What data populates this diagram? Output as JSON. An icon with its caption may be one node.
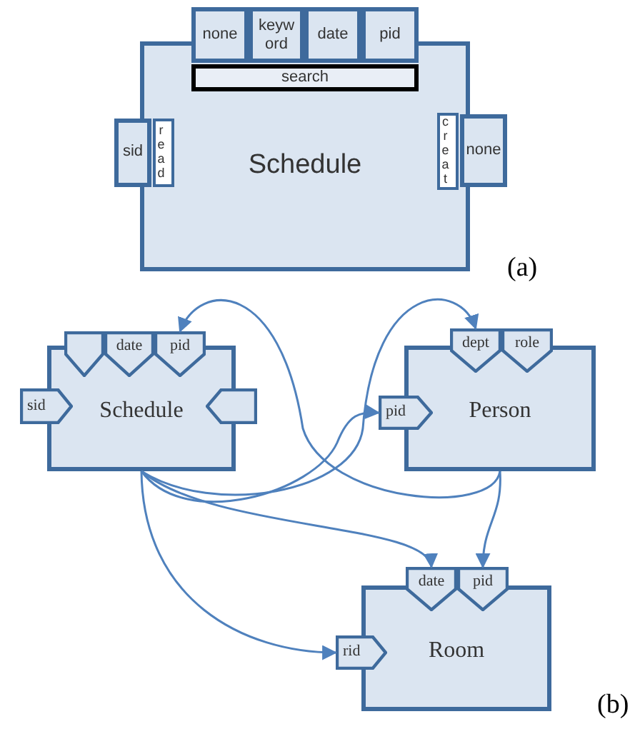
{
  "diagram": {
    "nodes": [
      {
        "text": [
          "Schedule"
        ]
      },
      {
        "text": [
          "none"
        ]
      },
      {
        "text": [
          "keyword"
        ]
      },
      {
        "text": [
          "date"
        ]
      },
      {
        "text": [
          "pid"
        ]
      },
      {
        "text": [
          "search"
        ],
        "in": 0
      },
      {
        "text": [
          "sid"
        ]
      },
      {
        "text": [
          "read"
        ],
        "in": 0
      },
      {
        "text": [
          "creat"
        ],
        "in": 0
      },
      {
        "text": [
          "none"
        ]
      },
      {
        "text": [
          "Schedule"
        ]
      },
      {
        "text": [],
        "shape": "pentagon"
      },
      {
        "text": [
          "date"
        ]
      },
      {
        "text": [
          "pid"
        ]
      },
      {
        "text": [
          "sid"
        ]
      },
      {
        "text": [],
        "shape": "pentagon"
      },
      {
        "text": [
          "Person"
        ]
      },
      {
        "text": [
          "dept"
        ]
      },
      {
        "text": [
          "role"
        ]
      },
      {
        "text": [
          "pid"
        ]
      },
      {
        "text": [
          "Room"
        ]
      },
      {
        "text": [
          "date"
        ]
      },
      {
        "text": [
          "pid"
        ]
      },
      {
        "text": [
          "rid"
        ]
      }
    ],
    "edges": [
      {
        "from": 10,
        "to": 19,
        "arrow": "to"
      },
      {
        "from": 10,
        "to": 17,
        "arrow": "to"
      },
      {
        "from": 16,
        "to": 13,
        "arrow": "to"
      },
      {
        "from": 10,
        "to": 21,
        "arrow": "to"
      },
      {
        "from": 16,
        "to": 22,
        "arrow": "to"
      },
      {
        "from": 10,
        "to": 23,
        "arrow": "to"
      }
    ],
    "labels": [
      "(a)",
      "(b)"
    ]
  }
}
